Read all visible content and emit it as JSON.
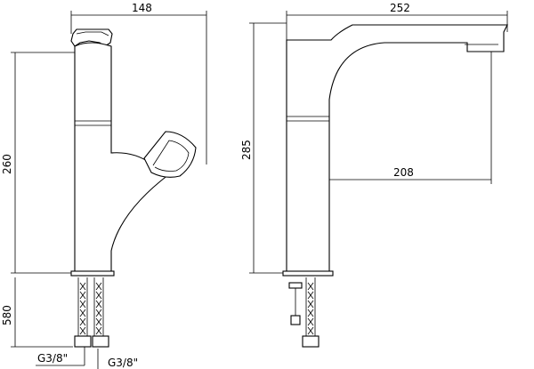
{
  "dimensions": {
    "front_width": "148",
    "front_height": "260",
    "hose_length": "580",
    "thread_left": "G3/8\"",
    "thread_right": "G3/8\"",
    "side_width": "252",
    "side_height": "285",
    "spout_reach": "208"
  }
}
